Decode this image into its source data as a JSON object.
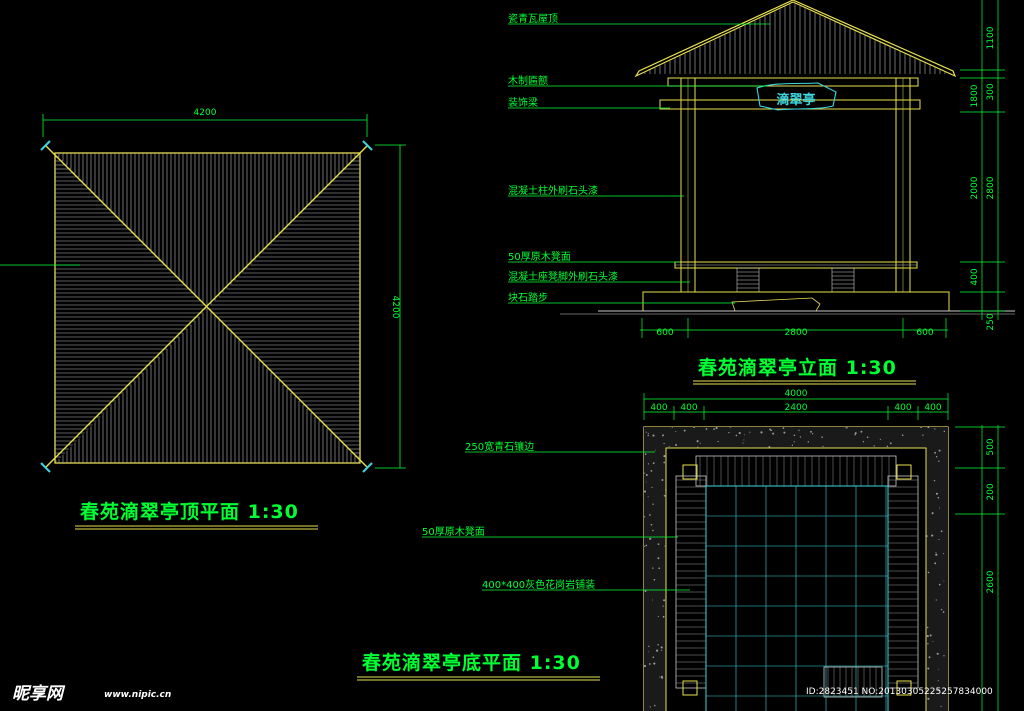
{
  "titles": {
    "roof_plan": "春苑滴翠亭顶平面 1:30",
    "elevation": "春苑滴翠亭立面 1:30",
    "floor_plan": "春苑滴翠亭底平面 1:30"
  },
  "sign_text": "滴翠亭",
  "roof_plan": {
    "dim_width": "4200",
    "dim_height": "4200"
  },
  "elevation": {
    "labels": [
      "瓷青瓦屋顶",
      "木制匾额",
      "装饰梁",
      "混凝土柱外刷石头漆",
      "50厚原木凳面",
      "混凝土座凳脚外刷石头漆",
      "块石踏步"
    ],
    "right_dims": [
      "1100",
      "1800",
      "2000",
      "400",
      "250"
    ],
    "right_dims_b": [
      "300",
      "2800"
    ],
    "bottom_dims": [
      "600",
      "2800",
      "600"
    ]
  },
  "floor_plan": {
    "labels": [
      "250宽青石镶边",
      "50厚原木凳面",
      "400*400灰色花岗岩铺装"
    ],
    "top_dim_total": "4000",
    "top_dims": [
      "400",
      "400",
      "2400",
      "400",
      "400"
    ],
    "right_dims": [
      "500",
      "200",
      "2600"
    ]
  },
  "watermark": {
    "logo": "昵享网",
    "url": "www.nipic.cn",
    "id": "ID:2823451 NO:20130305225257834000"
  },
  "colors": {
    "background": "#000000",
    "text_green": "#00ff33",
    "outline_yellow": "#e8e050",
    "structure_gray": "#c8c8c8",
    "cyan": "#38d6e0"
  }
}
